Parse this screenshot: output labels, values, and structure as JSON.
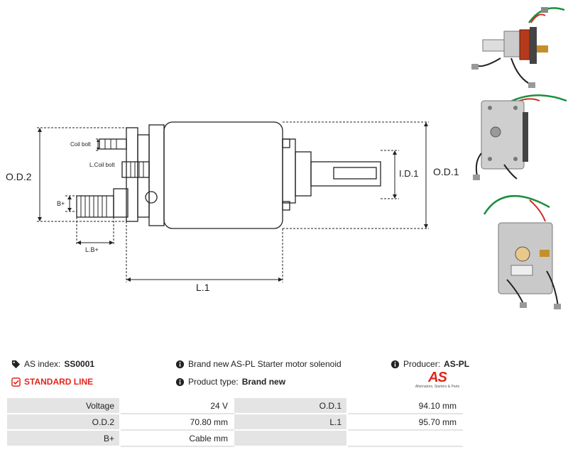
{
  "drawing": {
    "labels": {
      "od2": "O.D.2",
      "od1": "O.D.1",
      "id1": "I.D.1",
      "l1": "L.1",
      "lb": "L.B+",
      "bplus": "B+",
      "coil_bolt": "Coil bolt",
      "l_coil_bolt": "L.Coil bolt"
    }
  },
  "product": {
    "as_index_label": "AS index:",
    "as_index": "SS0001",
    "description": "Brand new AS-PL Starter motor solenoid",
    "producer_label": "Producer:",
    "producer": "AS-PL",
    "line": "STANDARD LINE",
    "type_label": "Product type:",
    "type": "Brand new",
    "logo_text": "AS",
    "logo_sub": "Alternators, Starters & Parts"
  },
  "specs": {
    "rows": [
      {
        "k1": "Voltage",
        "v1": "24 V",
        "k2": "O.D.1",
        "v2": "94.10 mm"
      },
      {
        "k1": "O.D.2",
        "v1": "70.80 mm",
        "k2": "L.1",
        "v2": "95.70 mm"
      },
      {
        "k1": "B+",
        "v1": "Cable mm",
        "k2": "",
        "v2": ""
      }
    ]
  },
  "colors": {
    "accent": "#e0261c",
    "table_bg": "#e4e4e4"
  }
}
